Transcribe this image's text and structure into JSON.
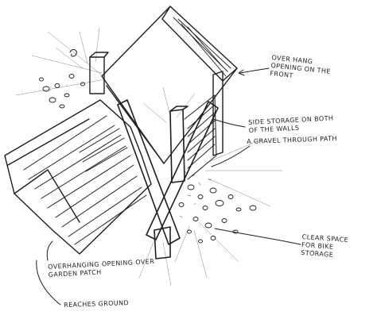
{
  "annotations": {
    "overhang_front": "OVER HANG\nOPENING ON THE\nFRONT",
    "side_storage": "SIDE STORAGE ON BOTH\nOF THE WALLS",
    "gravel_path": "A GRAVEL THROUGH PATH",
    "bike_storage": "CLEAR SPACE\nFOR BIKE\nSTORAGE",
    "overhang_garden": "OVERHANGING OPENING OVER\nGARDEN PATCH",
    "reach_ground": "REACHES GROUND"
  },
  "colors": {
    "ink": "#1e1e1e",
    "paper": "#ffffff"
  }
}
